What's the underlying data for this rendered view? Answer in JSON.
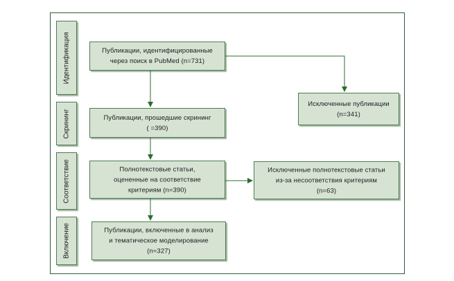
{
  "colors": {
    "box_fill": "#d6e3d3",
    "box_border": "#4e7a52",
    "arrow": "#2f6b2f",
    "frame": "#2f5a3a"
  },
  "stages": {
    "identification": "Идентификация",
    "screening": "Скрининг",
    "eligibility": "Соответствие",
    "included": "Включение"
  },
  "boxes": {
    "identified": "Публикации, идентифицированные\nчерез поиск в PubMed (n=731)",
    "excluded_publications": "Исключенные публикации\n(n=341)",
    "screened": "Публикации, прошедшие скрининг\n( =390)",
    "fulltext": "Полнотекстовые статьи,\nоцененные на соответствие\nкритериям (n=390)",
    "excluded_fulltext": "Исключенные полнотекстовые статьи\nиз-за несоответствия критериям\n(n=63)",
    "included": "Публикации, включенные в анализ\nи тематическое моделирование\n(n=327)"
  }
}
